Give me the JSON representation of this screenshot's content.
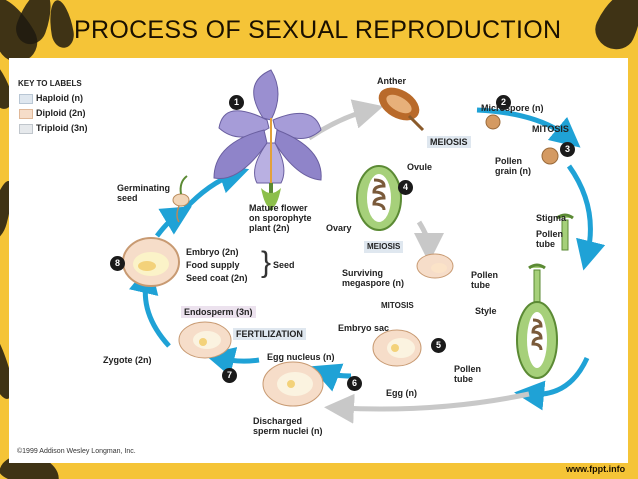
{
  "title": "PROCESS OF SEXUAL REPRODUCTION",
  "key": {
    "heading": "KEY TO LABELS",
    "items": [
      {
        "label": "Haploid (n)",
        "color": "#dfe7ef"
      },
      {
        "label": "Diploid (2n)",
        "color": "#f6ddc9"
      },
      {
        "label": "Triploid (3n)",
        "color": "#e6e9ec"
      }
    ]
  },
  "steps": [
    "1",
    "2",
    "3",
    "4",
    "5",
    "6",
    "7",
    "8"
  ],
  "labels": {
    "anther": "Anther",
    "microspore": "Microspore (n)",
    "meiosis_top": "MEIOSIS",
    "mitosis_top": "MITOSIS",
    "pollen_grain_1": "Pollen",
    "pollen_grain_2": "grain (n)",
    "germinating_1": "Germinating",
    "germinating_2": "seed",
    "mature_1": "Mature flower",
    "mature_2": "on sporophyte",
    "mature_3": "plant (2n)",
    "ovule": "Ovule",
    "ovary": "Ovary",
    "meiosis_mid": "MEIOSIS",
    "stigma": "Stigma",
    "pollen_tube_1a": "Pollen",
    "pollen_tube_1b": "tube",
    "embryo": "Embryo (2n)",
    "food_supply": "Food supply",
    "seed_coat": "Seed coat (2n)",
    "seed": "Seed",
    "surviving_1": "Surviving",
    "surviving_2": "megaspore (n)",
    "mitosis_mid": "MITOSIS",
    "pollen_tube_2a": "Pollen",
    "pollen_tube_2b": "tube",
    "style": "Style",
    "endosperm": "Endosperm (3n)",
    "fertilization": "FERTILIZATION",
    "embryo_sac": "Embryo sac",
    "zygote": "Zygote (2n)",
    "egg_nucleus": "Egg nucleus (n)",
    "pollen_tube_3a": "Pollen",
    "pollen_tube_3b": "tube",
    "egg": "Egg (n)",
    "discharged_1": "Discharged",
    "discharged_2": "sperm nuclei (n)"
  },
  "copyright": "©1999 Addison Wesley Longman, Inc.",
  "footer": "www.fppt.info",
  "colors": {
    "background": "#f5c437",
    "arrow": "#1fa2d6",
    "gray_arrow": "#c8c8c8"
  }
}
